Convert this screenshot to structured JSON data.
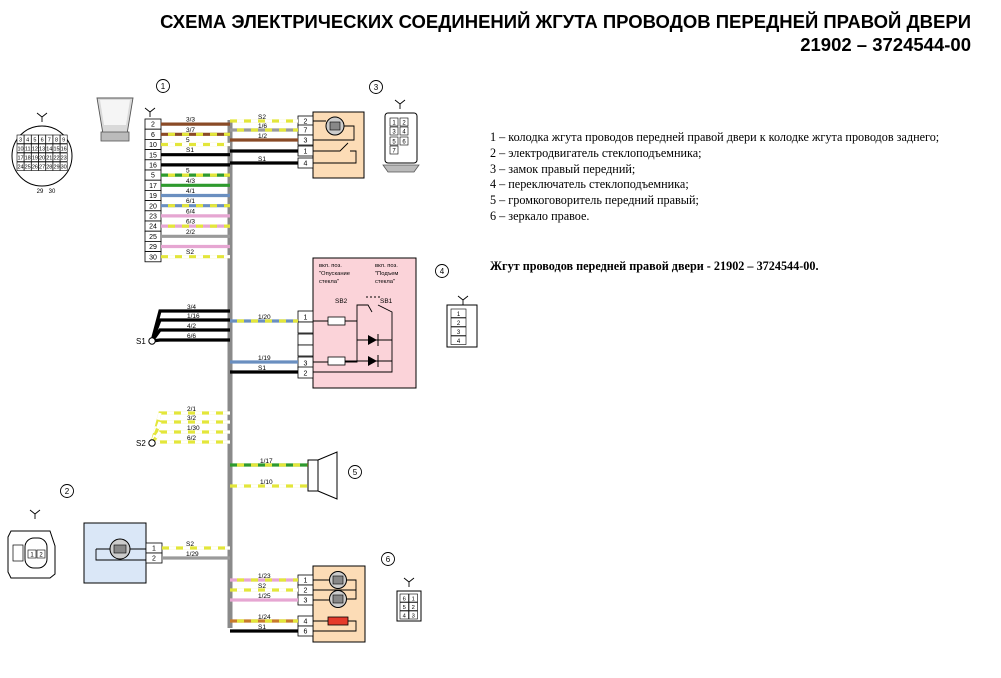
{
  "title_line1": "СХЕМА ЭЛЕКТРИЧЕСКИХ СОЕДИНЕНИЙ ЖГУТА ПРОВОДОВ ПЕРЕДНЕЙ ПРАВОЙ ДВЕРИ",
  "title_line2": "21902 – 3724544-00",
  "legend": [
    "1 – колодка жгута проводов передней правой двери к колодке жгута проводов заднего;",
    "2 – электродвигатель стеклоподъемника;",
    "3 – замок правый передний;",
    "4 – переключатель стеклоподъемника;",
    "5 – громкоговоритель передний правый;",
    "6 – зеркало правое."
  ],
  "harness_label": "Жгут проводов передней правой двери - 21902 – 3724544-00.",
  "colors": {
    "green": "#2e9a2e",
    "yellow": "#e3e63a",
    "brown": "#8a4a26",
    "blue": "#6a8fc0",
    "pink": "#e6a6d2",
    "grey": "#9a9a9a",
    "black": "#000000",
    "orange": "#c87a2a",
    "trunk": "#8a8a8a",
    "peach_box": "#fcdcb6",
    "pink_box": "#fbd3d9",
    "blue_box": "#dae7f7"
  },
  "component_numbers": [
    "1",
    "2",
    "3",
    "4",
    "5",
    "6"
  ],
  "connector1": {
    "pins": [
      "2",
      "6",
      "10",
      "15",
      "16",
      "5",
      "17",
      "19",
      "20",
      "23",
      "24",
      "25",
      "29",
      "30"
    ],
    "wires": [
      {
        "label": "3/3",
        "color": "brown",
        "dashed": false
      },
      {
        "label": "3/7",
        "color": "brown",
        "dashed": true
      },
      {
        "label": "5",
        "color": "yellow",
        "dashed": true
      },
      {
        "label": "S1",
        "color": "black",
        "dashed": false
      },
      {
        "label": "",
        "color": "black",
        "dashed": false
      },
      {
        "label": "5",
        "color": "green",
        "dashed": true
      },
      {
        "label": "4/3",
        "color": "green",
        "dashed": false
      },
      {
        "label": "4/1",
        "color": "blue",
        "dashed": false
      },
      {
        "label": "6/1",
        "color": "blue",
        "dashed": true
      },
      {
        "label": "6/4",
        "color": "pink",
        "dashed": false
      },
      {
        "label": "6/3",
        "color": "pink",
        "dashed": true
      },
      {
        "label": "2/2",
        "color": "grey",
        "dashed": false
      },
      {
        "label": "",
        "color": "pink",
        "dashed": false
      },
      {
        "label": "S2",
        "color": "yellow",
        "dashed": true
      }
    ],
    "face_pins": [
      "3",
      "4",
      "5",
      "6",
      "7",
      "8",
      "9",
      "10",
      "11",
      "12",
      "13",
      "14",
      "15",
      "16",
      "17",
      "18",
      "19",
      "20",
      "21",
      "22",
      "23",
      "24",
      "25",
      "26",
      "27",
      "28",
      "29",
      "30"
    ],
    "face_bottom": [
      "29",
      "30"
    ]
  },
  "comp3": {
    "pins": [
      "2",
      "7",
      "3",
      "1",
      "4"
    ],
    "wires": [
      {
        "label": "S2",
        "color": "yellow",
        "dashed": true
      },
      {
        "label": "1/6",
        "color": "grey",
        "dashed": true
      },
      {
        "label": "1/2",
        "color": "brown",
        "dashed": false
      },
      {
        "label": "",
        "color": "black",
        "dashed": false
      },
      {
        "label": "S1",
        "color": "black",
        "dashed": false
      }
    ],
    "face_pins": [
      "1",
      "2",
      "3",
      "4",
      "5",
      "6",
      "7"
    ]
  },
  "splice_s1": {
    "label": "S1",
    "wires": [
      {
        "label": "3/4",
        "color": "black"
      },
      {
        "label": "1/16",
        "color": "black"
      },
      {
        "label": "4/2",
        "color": "black"
      },
      {
        "label": "6/6",
        "color": "black"
      }
    ]
  },
  "comp4": {
    "pins": [
      "1",
      "",
      "",
      "",
      "3",
      "2"
    ],
    "wires": [
      {
        "label": "1/20",
        "color": "blue",
        "dashed": true
      },
      {
        "label": "1/19",
        "color": "blue",
        "dashed": false
      },
      {
        "label": "S1",
        "color": "black",
        "dashed": false
      }
    ],
    "note_left": [
      "вкл. поз.",
      "\"Опускание",
      "стекла\""
    ],
    "note_right": [
      "вкл. поз.",
      "\"Подъем",
      "стекла\""
    ],
    "sb2": "SB2",
    "sb1": "SB1",
    "face_pins": [
      "1",
      "2",
      "3",
      "4"
    ]
  },
  "splice_s2": {
    "label": "S2",
    "wires": [
      {
        "label": "2/1",
        "color": "yellow"
      },
      {
        "label": "3/2",
        "color": "yellow"
      },
      {
        "label": "1/30",
        "color": "yellow"
      },
      {
        "label": "6/2",
        "color": "yellow"
      }
    ]
  },
  "comp5": {
    "wires": [
      {
        "label": "1/17",
        "color": "green",
        "dashed": true
      },
      {
        "label": "1/10",
        "color": "yellow",
        "dashed": true
      }
    ]
  },
  "comp2": {
    "pins": [
      "1",
      "2"
    ],
    "wires": [
      {
        "label": "S2",
        "color": "yellow",
        "dashed": true
      },
      {
        "label": "1/29",
        "color": "grey",
        "dashed": false
      }
    ],
    "face_pins": [
      "1",
      "2"
    ]
  },
  "comp6": {
    "pins": [
      "1",
      "2",
      "3",
      "4",
      "6"
    ],
    "wires": [
      {
        "label": "1/23",
        "color": "pink",
        "dashed": true
      },
      {
        "label": "S2",
        "color": "yellow",
        "dashed": true
      },
      {
        "label": "1/25",
        "color": "pink",
        "dashed": false
      },
      {
        "label": "1/24",
        "color": "orange",
        "dashed": true
      },
      {
        "label": "S1",
        "color": "black",
        "dashed": false
      }
    ],
    "face_pins": [
      "6",
      "1",
      "5",
      "2",
      "4",
      "3"
    ]
  }
}
